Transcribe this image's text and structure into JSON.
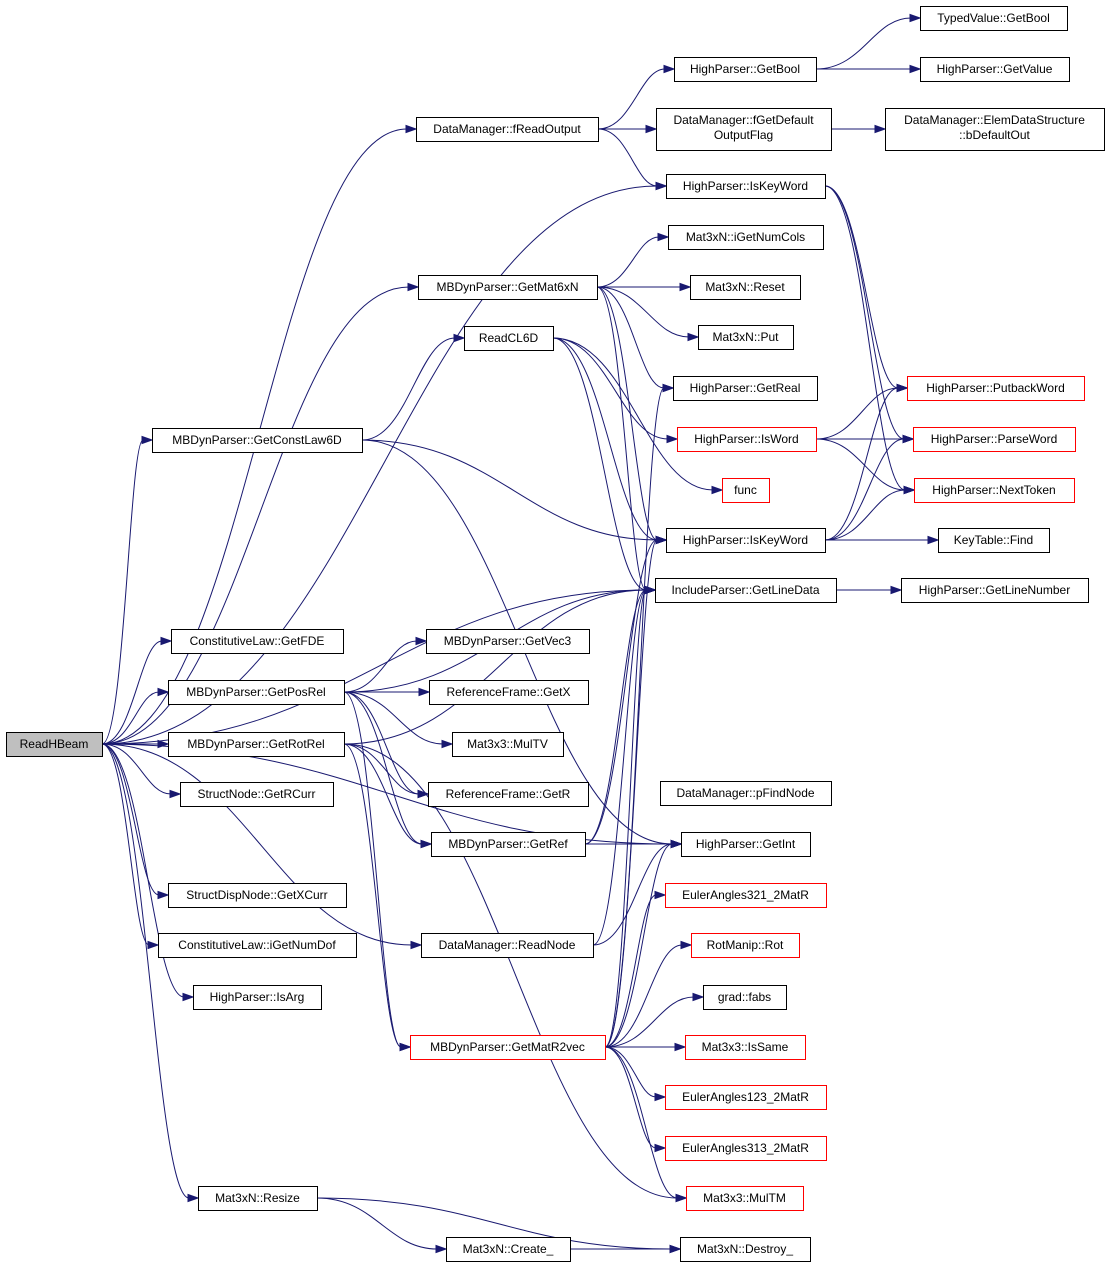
{
  "colors": {
    "edge": "#191970",
    "box_border": "#000000",
    "incomplete_border": "#ff0000",
    "root_fill": "#bfbfbf"
  },
  "nodes": [
    {
      "id": "ReadHBeam",
      "label": "ReadHBeam",
      "root": true
    },
    {
      "id": "DM_fReadOutput",
      "label": "DataManager::fReadOutput"
    },
    {
      "id": "HP_GetBool",
      "label": "HighParser::GetBool"
    },
    {
      "id": "TV_GetBool",
      "label": "TypedValue::GetBool"
    },
    {
      "id": "HP_GetValue",
      "label": "HighParser::GetValue"
    },
    {
      "id": "DM_fGetDefaultOutputFlag",
      "lines": [
        "DataManager::fGetDefault",
        "OutputFlag"
      ]
    },
    {
      "id": "DM_EDS_bDefaultOut",
      "lines": [
        "DataManager::ElemDataStructure",
        "::bDefaultOut"
      ]
    },
    {
      "id": "HP_IsKeyWord_1",
      "label": "HighParser::IsKeyWord"
    },
    {
      "id": "M3N_iGetNumCols",
      "label": "Mat3xN::iGetNumCols"
    },
    {
      "id": "MBP_GetMat6xN",
      "label": "MBDynParser::GetMat6xN"
    },
    {
      "id": "M3N_Reset",
      "label": "Mat3xN::Reset"
    },
    {
      "id": "M3N_Put",
      "label": "Mat3xN::Put"
    },
    {
      "id": "ReadCL6D",
      "label": "ReadCL6D"
    },
    {
      "id": "HP_GetReal",
      "label": "HighParser::GetReal"
    },
    {
      "id": "HP_PutbackWord",
      "label": "HighParser::PutbackWord",
      "red": true
    },
    {
      "id": "MBP_GetConstLaw6D",
      "label": "MBDynParser::GetConstLaw6D"
    },
    {
      "id": "HP_IsWord",
      "label": "HighParser::IsWord",
      "red": true
    },
    {
      "id": "HP_ParseWord",
      "label": "HighParser::ParseWord",
      "red": true
    },
    {
      "id": "func",
      "label": "func",
      "red": true
    },
    {
      "id": "HP_NextToken",
      "label": "HighParser::NextToken",
      "red": true
    },
    {
      "id": "HP_IsKeyWord_2",
      "label": "HighParser::IsKeyWord"
    },
    {
      "id": "KT_Find",
      "label": "KeyTable::Find"
    },
    {
      "id": "IP_GetLineData",
      "label": "IncludeParser::GetLineData"
    },
    {
      "id": "HP_GetLineNumber",
      "label": "HighParser::GetLineNumber"
    },
    {
      "id": "CL_GetFDE",
      "label": "ConstitutiveLaw::GetFDE"
    },
    {
      "id": "MBP_GetVec3",
      "label": "MBDynParser::GetVec3"
    },
    {
      "id": "MBP_GetPosRel",
      "label": "MBDynParser::GetPosRel"
    },
    {
      "id": "RF_GetX",
      "label": "ReferenceFrame::GetX"
    },
    {
      "id": "M33_MulTV",
      "label": "Mat3x3::MulTV"
    },
    {
      "id": "MBP_GetRotRel",
      "label": "MBDynParser::GetRotRel"
    },
    {
      "id": "SN_GetRCurr",
      "label": "StructNode::GetRCurr"
    },
    {
      "id": "RF_GetR",
      "label": "ReferenceFrame::GetR"
    },
    {
      "id": "DM_pFindNode",
      "label": "DataManager::pFindNode"
    },
    {
      "id": "MBP_GetRef",
      "label": "MBDynParser::GetRef"
    },
    {
      "id": "HP_GetInt",
      "label": "HighParser::GetInt"
    },
    {
      "id": "SDN_GetXCurr",
      "label": "StructDispNode::GetXCurr"
    },
    {
      "id": "EA321_2MatR",
      "label": "EulerAngles321_2MatR",
      "red": true
    },
    {
      "id": "CL_iGetNumDof",
      "label": "ConstitutiveLaw::iGetNumDof"
    },
    {
      "id": "DM_ReadNode",
      "label": "DataManager::ReadNode"
    },
    {
      "id": "RM_Rot",
      "label": "RotManip::Rot",
      "red": true
    },
    {
      "id": "HP_IsArg",
      "label": "HighParser::IsArg"
    },
    {
      "id": "grad_fabs",
      "label": "grad::fabs"
    },
    {
      "id": "MBP_GetMatR2vec",
      "label": "MBDynParser::GetMatR2vec",
      "red": true
    },
    {
      "id": "M33_IsSame",
      "label": "Mat3x3::IsSame",
      "red": true
    },
    {
      "id": "EA123_2MatR",
      "label": "EulerAngles123_2MatR",
      "red": true
    },
    {
      "id": "EA313_2MatR",
      "label": "EulerAngles313_2MatR",
      "red": true
    },
    {
      "id": "M33_MulTM",
      "label": "Mat3x3::MulTM",
      "red": true
    },
    {
      "id": "M3N_Resize",
      "label": "Mat3xN::Resize"
    },
    {
      "id": "M3N_Create_",
      "label": "Mat3xN::Create_"
    },
    {
      "id": "M3N_Destroy_",
      "label": "Mat3xN::Destroy_"
    }
  ],
  "edges": [
    [
      "ReadHBeam",
      "DM_fReadOutput"
    ],
    [
      "ReadHBeam",
      "HP_IsKeyWord_1"
    ],
    [
      "ReadHBeam",
      "MBP_GetMat6xN"
    ],
    [
      "ReadHBeam",
      "MBP_GetConstLaw6D"
    ],
    [
      "ReadHBeam",
      "IP_GetLineData"
    ],
    [
      "ReadHBeam",
      "CL_GetFDE"
    ],
    [
      "ReadHBeam",
      "MBP_GetPosRel"
    ],
    [
      "ReadHBeam",
      "MBP_GetRotRel"
    ],
    [
      "ReadHBeam",
      "SN_GetRCurr"
    ],
    [
      "ReadHBeam",
      "DM_ReadNode"
    ],
    [
      "ReadHBeam",
      "SDN_GetXCurr"
    ],
    [
      "ReadHBeam",
      "CL_iGetNumDof"
    ],
    [
      "ReadHBeam",
      "HP_IsArg"
    ],
    [
      "ReadHBeam",
      "HP_GetInt"
    ],
    [
      "ReadHBeam",
      "M3N_Resize"
    ],
    [
      "DM_fReadOutput",
      "HP_GetBool"
    ],
    [
      "DM_fReadOutput",
      "DM_fGetDefaultOutputFlag"
    ],
    [
      "DM_fReadOutput",
      "HP_IsKeyWord_1"
    ],
    [
      "HP_GetBool",
      "TV_GetBool"
    ],
    [
      "HP_GetBool",
      "HP_GetValue"
    ],
    [
      "DM_fGetDefaultOutputFlag",
      "DM_EDS_bDefaultOut"
    ],
    [
      "HP_IsKeyWord_1",
      "HP_PutbackWord"
    ],
    [
      "HP_IsKeyWord_1",
      "HP_ParseWord"
    ],
    [
      "HP_IsKeyWord_1",
      "HP_NextToken"
    ],
    [
      "MBP_GetMat6xN",
      "M3N_iGetNumCols"
    ],
    [
      "MBP_GetMat6xN",
      "M3N_Reset"
    ],
    [
      "MBP_GetMat6xN",
      "M3N_Put"
    ],
    [
      "MBP_GetMat6xN",
      "HP_GetReal"
    ],
    [
      "MBP_GetMat6xN",
      "HP_IsKeyWord_2"
    ],
    [
      "MBP_GetMat6xN",
      "IP_GetLineData"
    ],
    [
      "MBP_GetConstLaw6D",
      "ReadCL6D"
    ],
    [
      "MBP_GetConstLaw6D",
      "HP_IsKeyWord_2"
    ],
    [
      "MBP_GetConstLaw6D",
      "HP_GetInt"
    ],
    [
      "ReadCL6D",
      "HP_IsWord"
    ],
    [
      "ReadCL6D",
      "func"
    ],
    [
      "ReadCL6D",
      "HP_IsKeyWord_2"
    ],
    [
      "ReadCL6D",
      "IP_GetLineData"
    ],
    [
      "HP_IsWord",
      "HP_PutbackWord"
    ],
    [
      "HP_IsWord",
      "HP_ParseWord"
    ],
    [
      "HP_IsWord",
      "HP_NextToken"
    ],
    [
      "HP_IsKeyWord_2",
      "HP_PutbackWord"
    ],
    [
      "HP_IsKeyWord_2",
      "HP_ParseWord"
    ],
    [
      "HP_IsKeyWord_2",
      "HP_NextToken"
    ],
    [
      "HP_IsKeyWord_2",
      "KT_Find"
    ],
    [
      "IP_GetLineData",
      "HP_GetLineNumber"
    ],
    [
      "MBP_GetPosRel",
      "MBP_GetVec3"
    ],
    [
      "MBP_GetPosRel",
      "RF_GetX"
    ],
    [
      "MBP_GetPosRel",
      "M33_MulTV"
    ],
    [
      "MBP_GetPosRel",
      "RF_GetR"
    ],
    [
      "MBP_GetPosRel",
      "MBP_GetRef"
    ],
    [
      "MBP_GetPosRel",
      "IP_GetLineData"
    ],
    [
      "MBP_GetPosRel",
      "MBP_GetMatR2vec"
    ],
    [
      "MBP_GetRotRel",
      "RF_GetR"
    ],
    [
      "MBP_GetRotRel",
      "MBP_GetRef"
    ],
    [
      "MBP_GetRotRel",
      "MBP_GetMatR2vec"
    ],
    [
      "MBP_GetRotRel",
      "M33_MulTM"
    ],
    [
      "MBP_GetRotRel",
      "IP_GetLineData"
    ],
    [
      "MBP_GetRef",
      "HP_IsKeyWord_2"
    ],
    [
      "MBP_GetRef",
      "HP_GetInt"
    ],
    [
      "MBP_GetRef",
      "IP_GetLineData"
    ],
    [
      "DM_ReadNode",
      "HP_GetInt"
    ],
    [
      "DM_ReadNode",
      "IP_GetLineData"
    ],
    [
      "MBP_GetMatR2vec",
      "HP_GetReal"
    ],
    [
      "MBP_GetMatR2vec",
      "HP_IsKeyWord_2"
    ],
    [
      "MBP_GetMatR2vec",
      "IP_GetLineData"
    ],
    [
      "MBP_GetMatR2vec",
      "HP_GetInt"
    ],
    [
      "MBP_GetMatR2vec",
      "EA321_2MatR"
    ],
    [
      "MBP_GetMatR2vec",
      "RM_Rot"
    ],
    [
      "MBP_GetMatR2vec",
      "grad_fabs"
    ],
    [
      "MBP_GetMatR2vec",
      "M33_IsSame"
    ],
    [
      "MBP_GetMatR2vec",
      "EA123_2MatR"
    ],
    [
      "MBP_GetMatR2vec",
      "EA313_2MatR"
    ],
    [
      "MBP_GetMatR2vec",
      "M33_MulTM"
    ],
    [
      "M3N_Resize",
      "M3N_Create_"
    ],
    [
      "M3N_Resize",
      "M3N_Destroy_"
    ],
    [
      "M3N_Create_",
      "M3N_Destroy_"
    ]
  ]
}
